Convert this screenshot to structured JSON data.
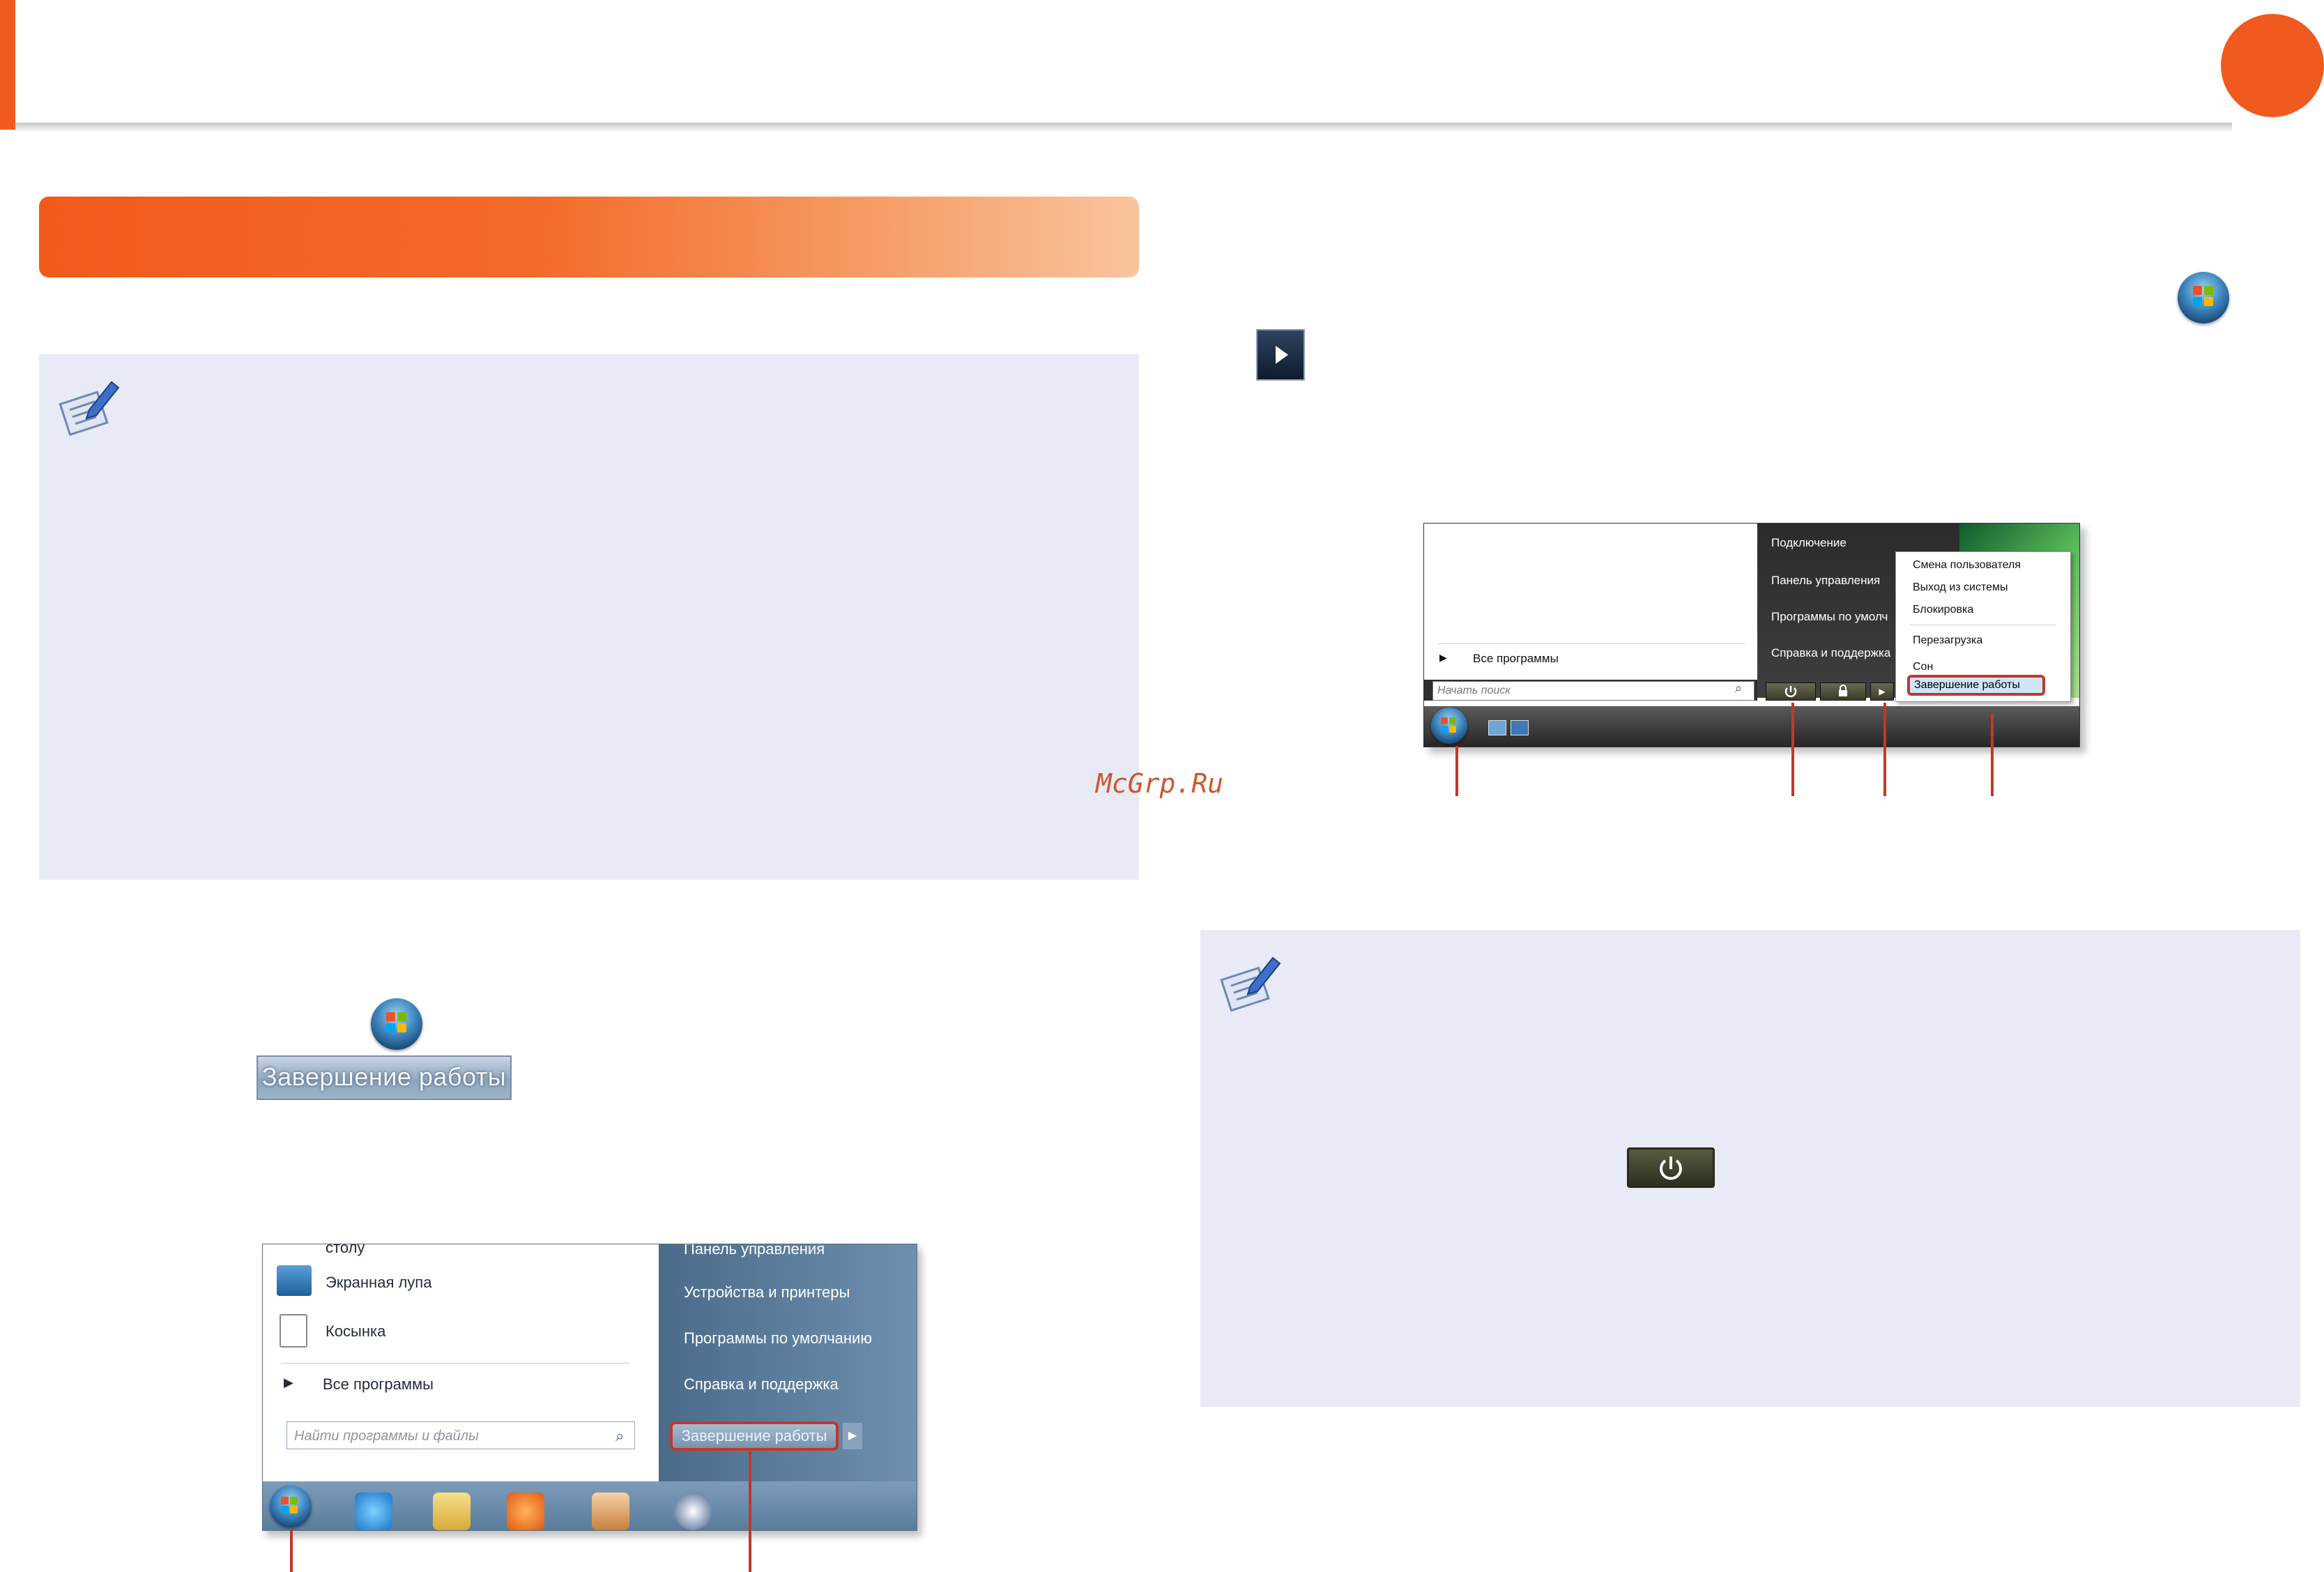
{
  "watermark": "McGrp.Ru",
  "inline": {
    "shutdown_button_label": "Завершение работы"
  },
  "win7_menu": {
    "left_items": [
      "столу",
      "Экранная лупа",
      "Косынка"
    ],
    "all_programs": "Все программы",
    "search_placeholder": "Найти программы и файлы",
    "right_items": [
      "Панель управления",
      "Устройства и принтеры",
      "Программы по умолчанию",
      "Справка и поддержка"
    ],
    "shutdown_label": "Завершение работы"
  },
  "vista_menu": {
    "right_items": [
      "Подключение",
      "Панель управления",
      "Программы по умолч",
      "Справка и поддержка"
    ],
    "all_programs": "Все программы",
    "search_placeholder": "Начать поиск",
    "submenu": [
      "Смена пользователя",
      "Выход из системы",
      "Блокировка",
      "Перезагрузка",
      "Сон"
    ],
    "shutdown_label": "Завершение работы"
  },
  "colors": {
    "accent": "#f05a1f",
    "note_bg": "#e8eaf5",
    "callout": "#c0392b"
  }
}
